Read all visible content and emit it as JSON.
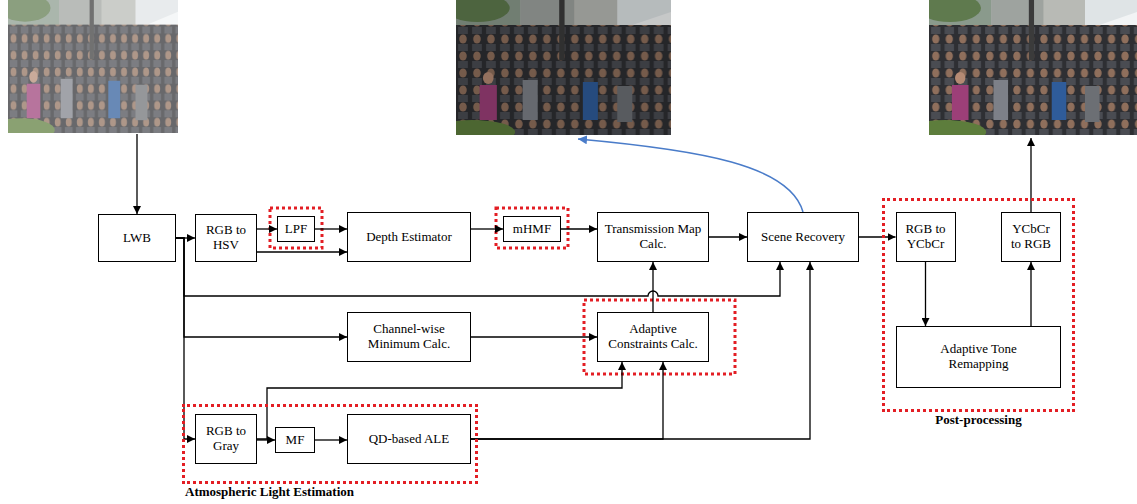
{
  "diagram": {
    "nodes": [
      {
        "text": [
          "LWB"
        ]
      },
      {
        "text": [
          "RGB to HSV"
        ]
      },
      {
        "text": [
          "LPF"
        ]
      },
      {
        "text": [
          "Depth Estimator"
        ]
      },
      {
        "text": [
          "mHMF"
        ]
      },
      {
        "text": [
          "Transmission Map Calc."
        ]
      },
      {
        "text": [
          "Scene Recovery"
        ]
      },
      {
        "text": [
          "Post-processing"
        ]
      },
      {
        "text": [
          "RGB to YCbCr"
        ],
        "in": 7
      },
      {
        "text": [
          "YCbCr to RGB"
        ],
        "in": 7
      },
      {
        "text": [
          "Adaptive Tone Remapping"
        ],
        "in": 7
      },
      {
        "text": [
          "Channel-wise Minimum Calc."
        ]
      },
      {
        "text": [
          "Adaptive Constraints Calc."
        ]
      },
      {
        "text": [
          "Atmospheric Light Estimation"
        ]
      },
      {
        "text": [
          "RGB to Gray"
        ],
        "in": 13
      },
      {
        "text": [
          "MF"
        ],
        "in": 13
      },
      {
        "text": [
          "QD-based ALE"
        ],
        "in": 13
      }
    ],
    "edges": [
      {
        "from": 0,
        "to": 1,
        "arrow": "to"
      },
      {
        "from": 1,
        "to": 2,
        "arrow": "to"
      },
      {
        "from": 2,
        "to": 3,
        "arrow": "to"
      },
      {
        "from": 1,
        "to": 3,
        "arrow": "to"
      },
      {
        "from": 3,
        "to": 4,
        "arrow": "to"
      },
      {
        "from": 4,
        "to": 5,
        "arrow": "to"
      },
      {
        "from": 5,
        "to": 6,
        "arrow": "to"
      },
      {
        "from": 6,
        "to": 8,
        "arrow": "to"
      },
      {
        "from": 8,
        "to": 10,
        "arrow": "to"
      },
      {
        "from": 10,
        "to": 9,
        "arrow": "to"
      },
      {
        "from": 0,
        "to": 6,
        "arrow": "to"
      },
      {
        "from": 0,
        "to": 11,
        "arrow": "to"
      },
      {
        "from": 0,
        "to": 14,
        "arrow": "to"
      },
      {
        "from": 11,
        "to": 12,
        "arrow": "to"
      },
      {
        "from": 12,
        "to": 5,
        "arrow": "to"
      },
      {
        "from": 14,
        "to": 15,
        "arrow": "to"
      },
      {
        "from": 15,
        "to": 16,
        "arrow": "to"
      },
      {
        "from": 14,
        "to": 12,
        "arrow": "to"
      },
      {
        "from": 16,
        "to": 12,
        "arrow": "to"
      },
      {
        "from": 16,
        "to": 6,
        "arrow": "to"
      }
    ]
  }
}
